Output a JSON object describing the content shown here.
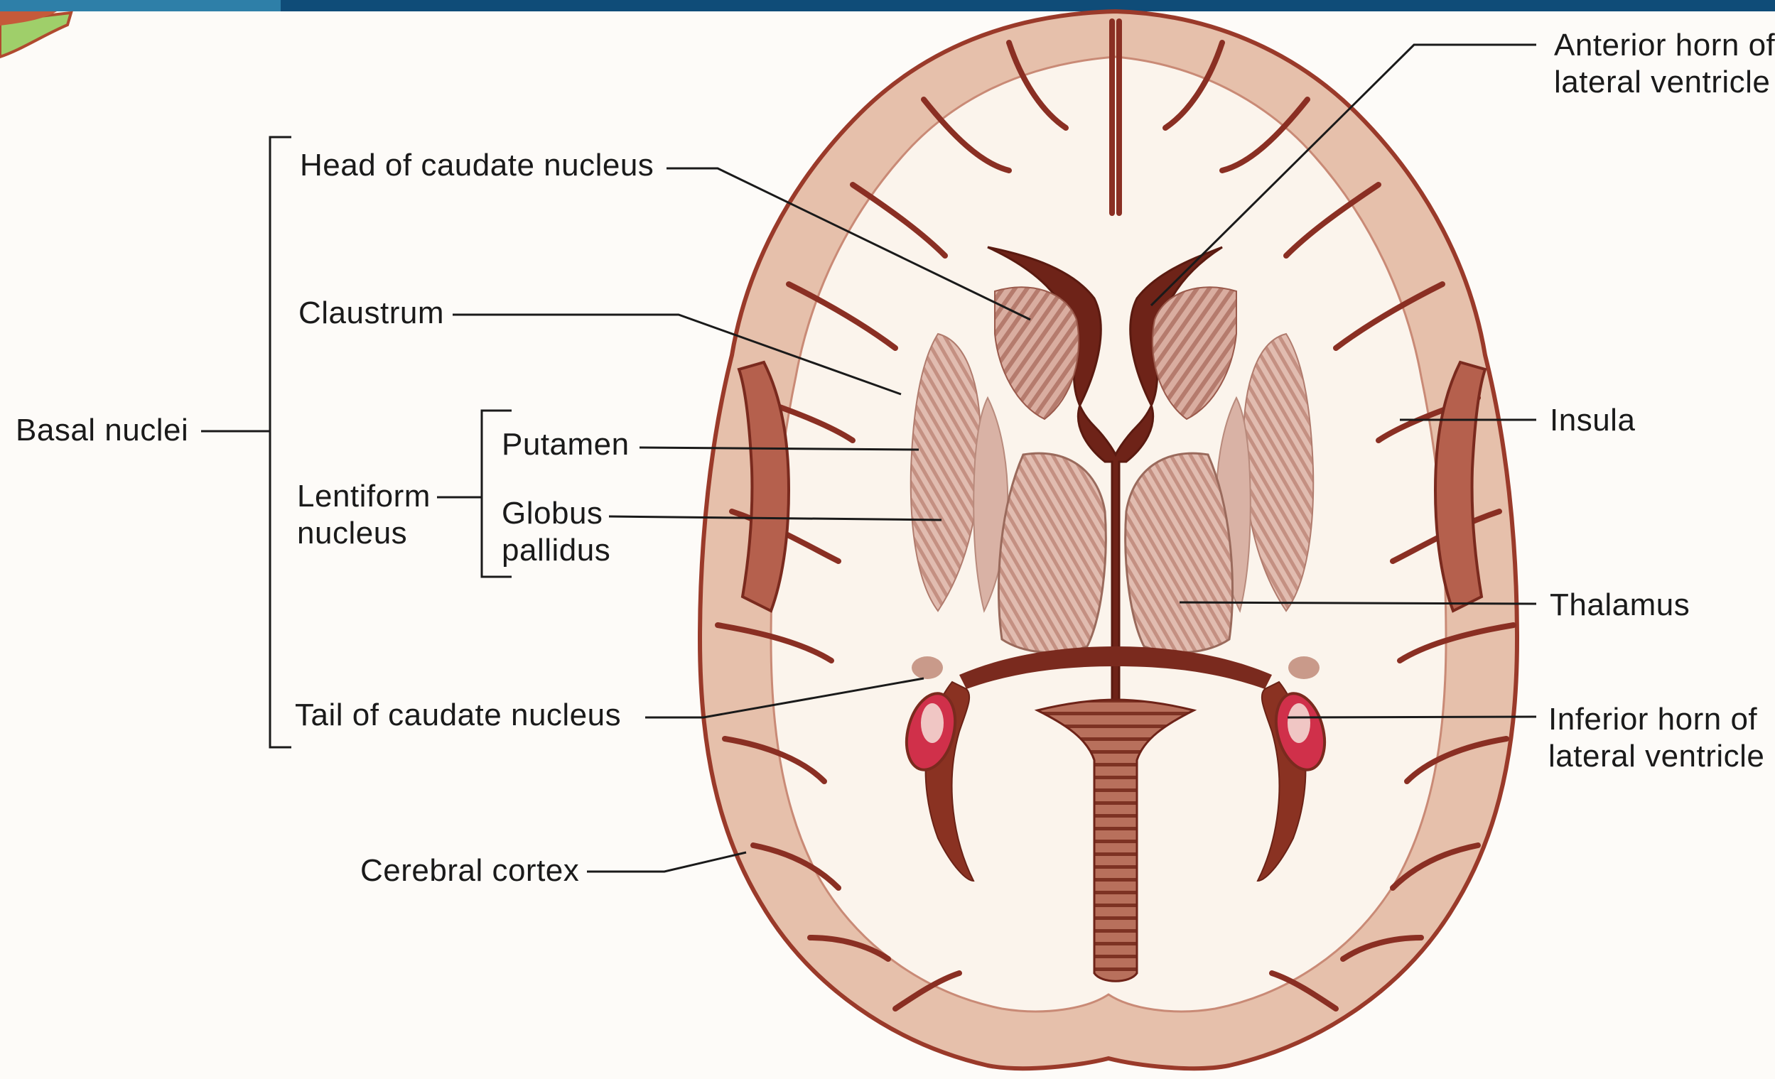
{
  "labels": {
    "basal_nuclei": "Basal nuclei",
    "head_of_caudate": "Head of caudate nucleus",
    "claustrum": "Claustrum",
    "lentiform_1": "Lentiform",
    "lentiform_2": "nucleus",
    "putamen": "Putamen",
    "globus_1": "Globus",
    "globus_2": "pallidus",
    "tail_of_caudate": "Tail of caudate nucleus",
    "cerebral_cortex": "Cerebral cortex",
    "anterior_horn_1": "Anterior horn of",
    "anterior_horn_2": "lateral ventricle",
    "insula": "Insula",
    "thalamus": "Thalamus",
    "inferior_horn_1": "Inferior horn of",
    "inferior_horn_2": "lateral ventricle"
  },
  "colors": {
    "header_bar_dark": "#0f4c78",
    "header_bar_light": "#2e7fa8",
    "cortex": "#e8c4b0",
    "white_matter": "#fbf5ee",
    "sulcus": "#8a2f23",
    "ventricle": "#6e2318",
    "nuclei": "#c99a8a",
    "choroid_plexus": "#d0304a"
  }
}
